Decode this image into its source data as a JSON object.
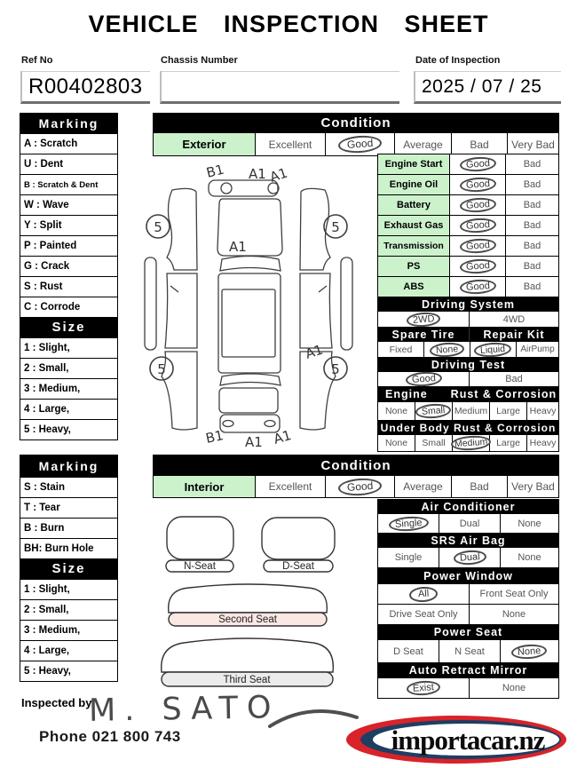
{
  "title": "VEHICLE INSPECTION SHEET",
  "header": {
    "ref_no_label": "Ref No",
    "ref_no_value": "R00402803",
    "chassis_label": "Chassis Number",
    "chassis_value": "",
    "date_label": "Date of Inspection",
    "date_value": "2025 / 07 / 25"
  },
  "exterior_legend": {
    "marking_title": "Marking",
    "marking_items": [
      "A : Scratch",
      "U : Dent",
      "B : Scratch & Dent",
      "W : Wave",
      "Y : Split",
      "P : Painted",
      "G : Crack",
      "S : Rust",
      "C : Corrode"
    ],
    "size_title": "Size",
    "size_items": [
      "1 : Slight,",
      "2 : Small,",
      "3 : Medium,",
      "4 : Large,",
      "5 : Heavy,"
    ]
  },
  "interior_legend": {
    "marking_title": "Marking",
    "marking_items": [
      "S : Stain",
      "T : Tear",
      "B : Burn",
      "BH: Burn Hole"
    ],
    "size_title": "Size",
    "size_items": [
      "1 : Slight,",
      "2 : Small,",
      "3 : Medium,",
      "4 : Large,",
      "5 : Heavy,"
    ]
  },
  "exterior_condition": {
    "header": "Condition",
    "label": "Exterior",
    "options": [
      "Excellent",
      "Good",
      "Average",
      "Bad",
      "Very Bad"
    ],
    "selected": "Good"
  },
  "interior_condition": {
    "header": "Condition",
    "label": "Interior",
    "options": [
      "Excellent",
      "Good",
      "Average",
      "Bad",
      "Very Bad"
    ],
    "selected": "Good"
  },
  "mechanical": {
    "rows": [
      {
        "label": "Engine Start",
        "good": "Good",
        "bad": "Bad",
        "selected": "Good"
      },
      {
        "label": "Engine Oil",
        "good": "Good",
        "bad": "Bad",
        "selected": "Good"
      },
      {
        "label": "Battery",
        "good": "Good",
        "bad": "Bad",
        "selected": "Good"
      },
      {
        "label": "Exhaust Gas",
        "good": "Good",
        "bad": "Bad",
        "selected": "Good"
      },
      {
        "label": "Transmission",
        "good": "Good",
        "bad": "Bad",
        "selected": "Good"
      },
      {
        "label": "PS",
        "good": "Good",
        "bad": "Bad",
        "selected": "Good"
      },
      {
        "label": "ABS",
        "good": "Good",
        "bad": "Bad",
        "selected": "Good"
      }
    ]
  },
  "driving_system": {
    "header": "Driving System",
    "opt1": "2WD",
    "opt2": "4WD",
    "selected": "2WD"
  },
  "spare_tire": {
    "header": "Spare Tire",
    "opt1": "Fixed",
    "opt2": "None",
    "selected": "None"
  },
  "repair_kit": {
    "header": "Repair Kit",
    "opt1": "Liquid",
    "opt2": "AirPump",
    "selected": "Liquid"
  },
  "driving_test": {
    "header": "Driving Test",
    "opt1": "Good",
    "opt2": "Bad",
    "selected": "Good"
  },
  "engine_rust": {
    "header_left": "Engine",
    "header_right": "Rust & Corrosion",
    "options": [
      "None",
      "Small",
      "Medium",
      "Large",
      "Heavy"
    ],
    "selected": "Small"
  },
  "under_body_rust": {
    "header": "Under Body Rust & Corrosion",
    "options": [
      "None",
      "Small",
      "Medium",
      "Large",
      "Heavy"
    ],
    "selected": "Medium"
  },
  "air_conditioner": {
    "header": "Air Conditioner",
    "options": [
      "Single",
      "Dual",
      "None"
    ],
    "selected": "Single"
  },
  "srs_air_bag": {
    "header": "SRS Air Bag",
    "options": [
      "Single",
      "Dual",
      "None"
    ],
    "selected": "Dual"
  },
  "power_window": {
    "header": "Power Window",
    "row1": [
      "All",
      "Front Seat Only"
    ],
    "row2": [
      "Drive Seat Only",
      "None"
    ],
    "selected": "All"
  },
  "power_seat": {
    "header": "Power Seat",
    "options": [
      "D Seat",
      "N Seat",
      "None"
    ],
    "selected": "None"
  },
  "auto_retract_mirror": {
    "header": "Auto Retract Mirror",
    "opt1": "Exist",
    "opt2": "None",
    "selected": "Exist"
  },
  "car_diagram": {
    "front_marks": [
      "B1",
      "A1",
      "A1"
    ],
    "hood_mark": "A1",
    "rear_right_mark": "A1",
    "rear_marks": [
      "B1",
      "A1",
      "A1"
    ],
    "wheel_marks": [
      "5",
      "5",
      "5",
      "5"
    ]
  },
  "seats": {
    "n_seat": "N-Seat",
    "d_seat": "D-Seat",
    "second_seat": "Second Seat",
    "third_seat": "Third Seat"
  },
  "footer": {
    "inspected_by_label": "Inspected by:",
    "signature": "M. SATO",
    "phone": "Phone  021 800 743",
    "logo_text": "importacar.nz"
  },
  "colors": {
    "cell_green": "#ccf2cc",
    "seat_pink": "#fbe7e4",
    "seat_gray": "#ececec",
    "logo_red": "#d8232a",
    "logo_navy": "#1e3e63"
  }
}
